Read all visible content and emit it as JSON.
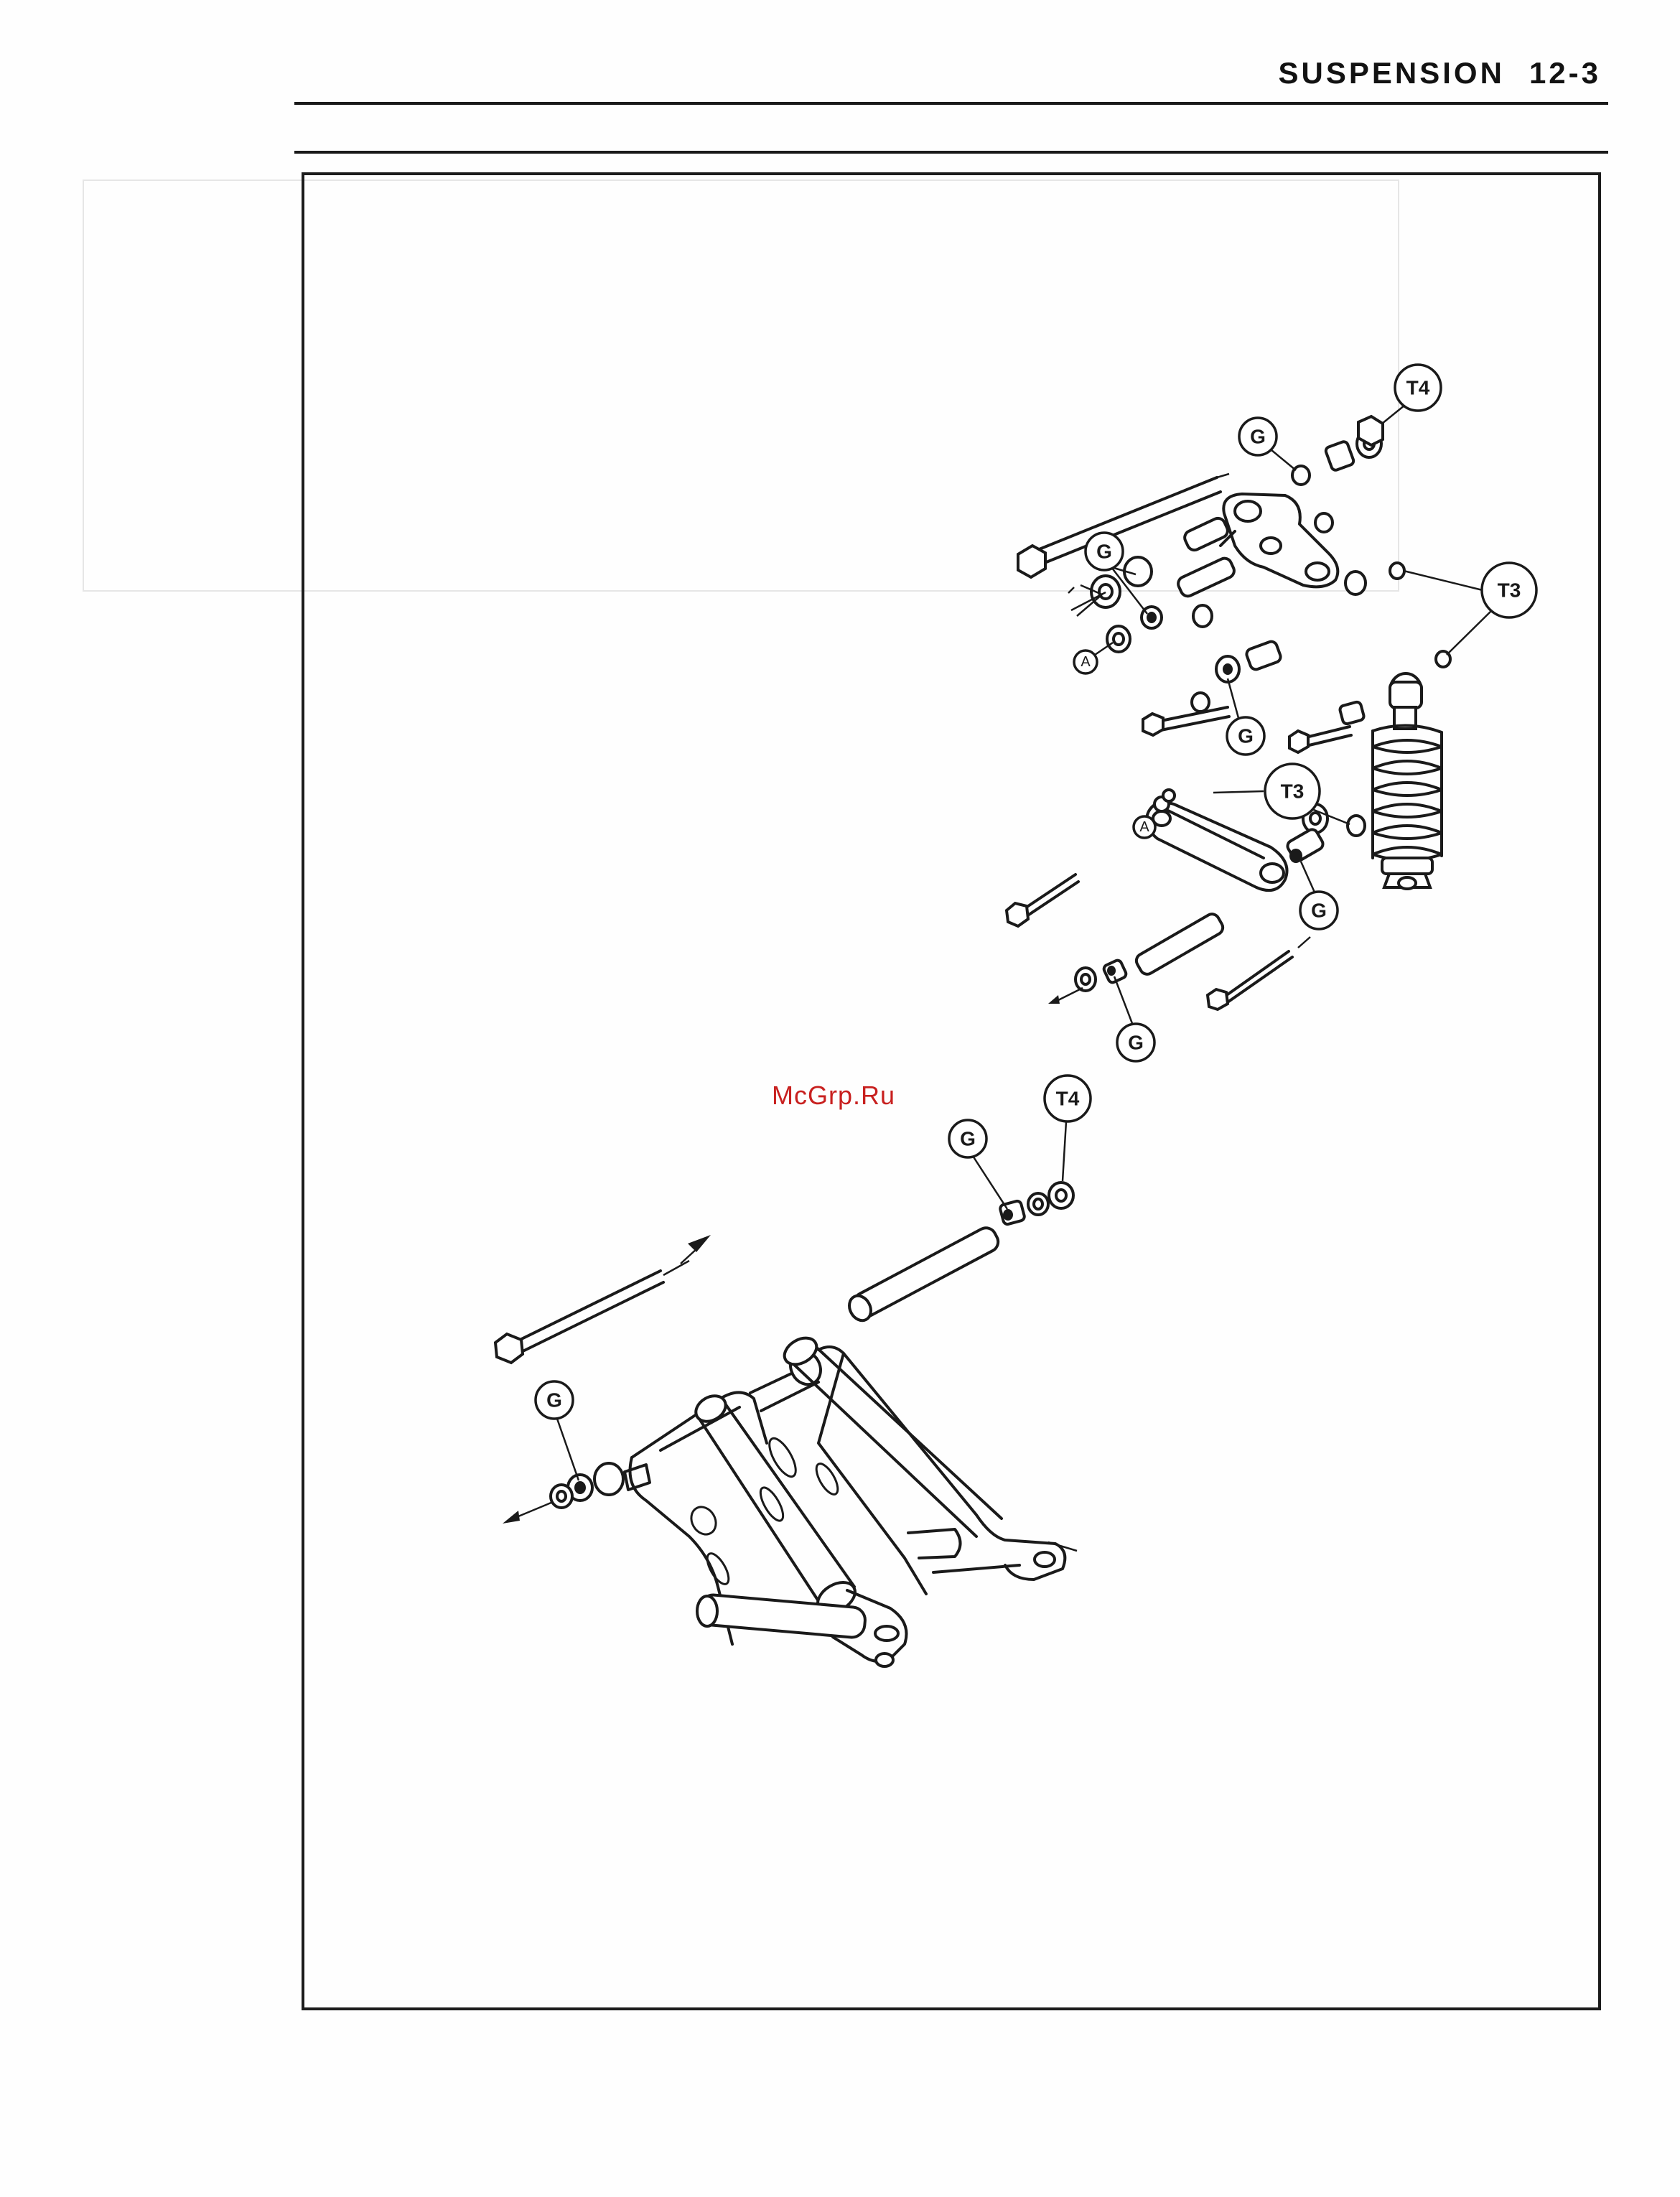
{
  "header": {
    "section_title": "SUSPENSION",
    "page_number": "12-3"
  },
  "watermark": "McGrp.Ru",
  "callouts": {
    "t4_top": "T4",
    "g_1": "G",
    "g_2": "G",
    "t3_right": "T3",
    "a_1": "A",
    "g_3": "G",
    "t3_mid": "T3",
    "a_2": "A",
    "g_4": "G",
    "g_5": "G",
    "t4_bottom": "T4",
    "g_6": "G",
    "g_7": "G"
  },
  "icons": {
    "arrows": "direction-arrow-icon"
  }
}
